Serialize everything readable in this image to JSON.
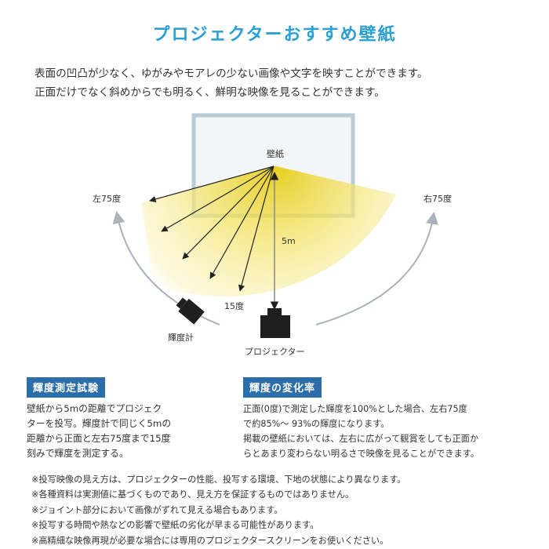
{
  "title": "プロジェクターおすすめ壁紙",
  "intro": [
    "表面の凹凸が少なく、ゆがみやモアレの少ない画像や文字を映すことができます。",
    "正面だけでなく斜めからでも明るく、鮮明な映像を見ることができます。"
  ],
  "diagram": {
    "wall_label": "壁紙",
    "distance_label": "5m",
    "left_angle_label": "左75度",
    "right_angle_label": "右75度",
    "step_angle_label": "15度",
    "meter_label": "輝度計",
    "projector_label": "プロジェクター"
  },
  "test_section": {
    "heading": "輝度測定試験",
    "lines": [
      "壁紙から5mの距離でプロジェク",
      "ターを投写。輝度計で同じく5mの",
      "距離から正面と左右75度まで15度",
      "刻みで輝度を測定する。"
    ]
  },
  "change_section": {
    "heading": "輝度の変化率",
    "lines": [
      "正面(0度)で測定した輝度を100%とした場合、左右75度",
      "で約85%〜 93%の輝度になります。",
      "掲載の壁紙においては、左右に広がって観賞をしても正面か",
      "らとあまり変わらない明るさで映像を見ることができます。"
    ]
  },
  "notes": [
    "※投写映像の見え方は、プロジェクターの性能、投写する環境、下地の状態により異なります。",
    "※各種資料は実測値に基づくものであり、見え方を保証するものではありません。",
    "※ジョイント部分において画像がずれて見える場合もあります。",
    "※投写する時間や熱などの影響で壁紙の劣化が早まる可能性があります。",
    "※高精細な映像再現が必要な場合には専用のプロジェクタースクリーンをお使いください。"
  ],
  "colors": {
    "title": "#2a9fd6",
    "section_heading_bg": "#2b6ea9",
    "light_yellow": "#f3e04a",
    "arc": "#b5bcc5",
    "screen_border": "#b9ccd3"
  }
}
